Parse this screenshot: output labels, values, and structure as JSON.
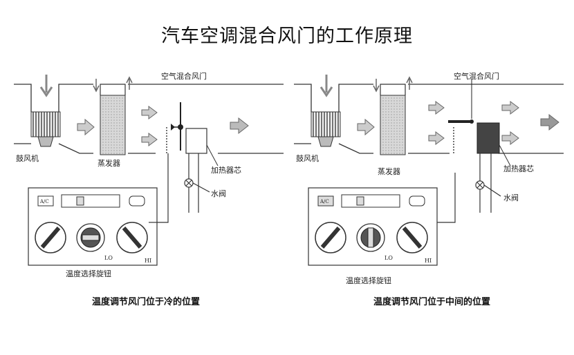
{
  "title": "汽车空调混合风门的工作原理",
  "panels": [
    {
      "damper_label": "空气混合风门",
      "blower_label": "鼓风机",
      "evaporator_label": "蒸发器",
      "heater_core_label": "加热器芯",
      "water_valve_label": "水阀",
      "knob_label": "温度选择旋钮",
      "ac_label": "A/C",
      "lo_label": "LO",
      "hi_label": "HI",
      "caption": "温度调节风门位于冷的位置"
    },
    {
      "damper_label": "空气混合风门",
      "blower_label": "鼓风机",
      "evaporator_label": "蒸发器",
      "heater_core_label": "加热器芯",
      "water_valve_label": "水阀",
      "knob_label": "温度选择旋钮",
      "ac_label": "A/C",
      "lo_label": "LO",
      "hi_label": "HI",
      "caption": "温度调节风门位于中间的位置"
    }
  ]
}
